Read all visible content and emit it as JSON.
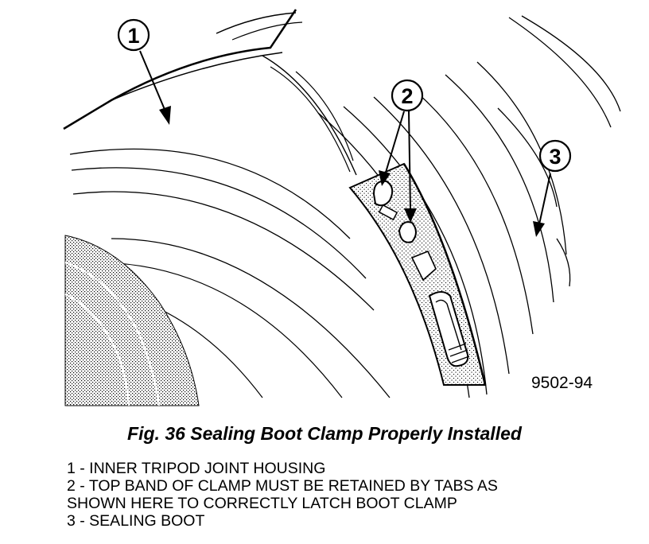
{
  "figure": {
    "callouts": [
      {
        "number": "1"
      },
      {
        "number": "2"
      },
      {
        "number": "3"
      }
    ],
    "code": "9502-94"
  },
  "caption": "Fig. 36 Sealing Boot Clamp Properly Installed",
  "legend": [
    "1 - INNER TRIPOD JOINT HOUSING",
    "2 - TOP BAND OF CLAMP MUST BE RETAINED BY TABS AS",
    "SHOWN HERE TO CORRECTLY LATCH BOOT CLAMP",
    "3 - SEALING BOOT"
  ]
}
